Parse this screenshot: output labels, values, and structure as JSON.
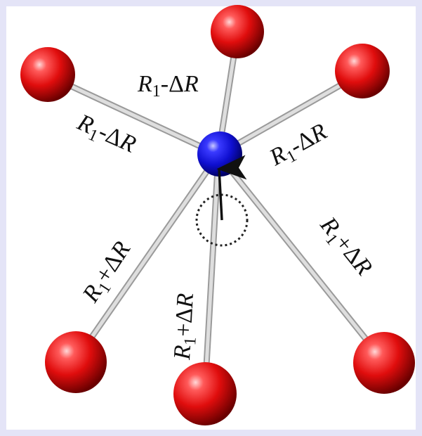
{
  "labels": [
    {
      "var": "R",
      "sub": "1",
      "op": "-",
      "delta": "Δ",
      "var2": "R"
    },
    {
      "var": "R",
      "sub": "1",
      "op": "-",
      "delta": "Δ",
      "var2": "R"
    },
    {
      "var": "R",
      "sub": "1",
      "op": "-",
      "delta": "Δ",
      "var2": "R"
    },
    {
      "var": "R",
      "sub": "1",
      "op": "+",
      "delta": "Δ",
      "var2": "R"
    },
    {
      "var": "R",
      "sub": "1",
      "op": "+",
      "delta": "Δ",
      "var2": "R"
    },
    {
      "var": "R",
      "sub": "1",
      "op": "+",
      "delta": "Δ",
      "var2": "R"
    }
  ],
  "colors": {
    "center_atom": "#1010e0",
    "ligand_atom": "#e01010",
    "bond": "#d8d8d8",
    "frame": "#e4e4f7"
  }
}
